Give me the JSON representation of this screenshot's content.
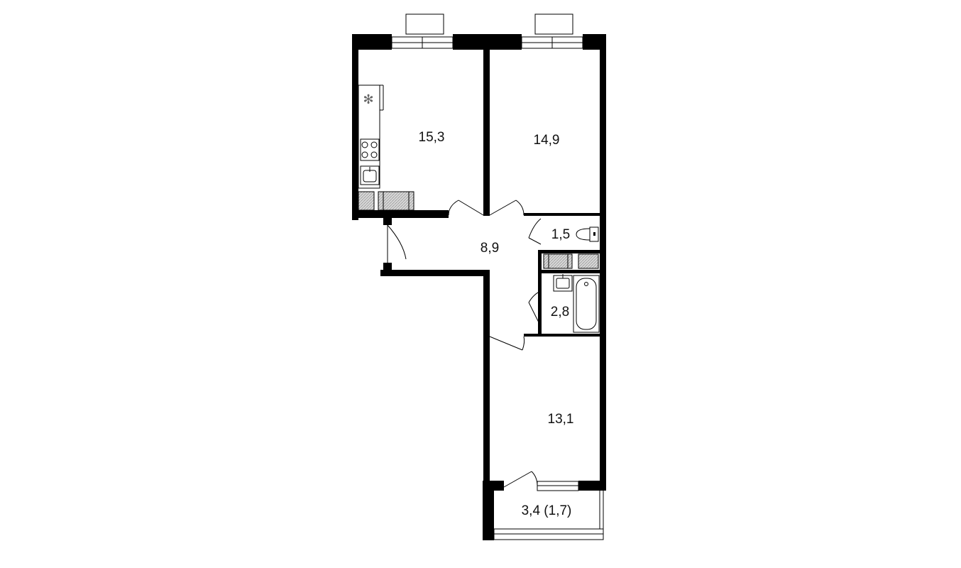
{
  "plan": {
    "rooms": [
      {
        "id": "kitchen",
        "area": "15,3"
      },
      {
        "id": "bedroom-top",
        "area": "14,9"
      },
      {
        "id": "hallway",
        "area": "8,9"
      },
      {
        "id": "toilet",
        "area": "1,5"
      },
      {
        "id": "bathroom",
        "area": "2,8"
      },
      {
        "id": "bedroom-bottom",
        "area": "13,1"
      },
      {
        "id": "balcony",
        "area": "3,4 (1,7)"
      }
    ],
    "icons": [
      "fan-icon",
      "stove-icon",
      "sink-icon",
      "toilet-icon",
      "washbasin-icon",
      "bathtub-icon",
      "window-icon",
      "door-icon"
    ]
  }
}
